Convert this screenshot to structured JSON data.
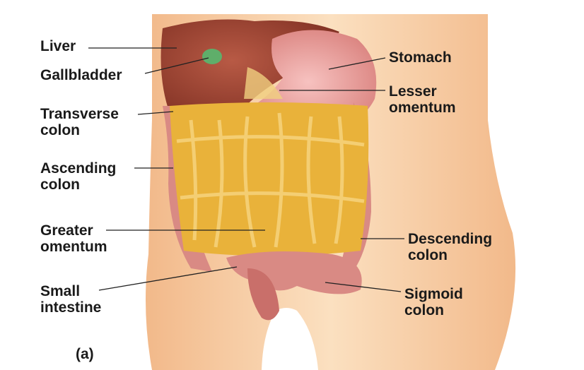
{
  "figure_label": "(a)",
  "labels": {
    "liver": "Liver",
    "gallbladder": "Gallbladder",
    "transverse_colon": "Transverse\ncolon",
    "ascending_colon": "Ascending\ncolon",
    "greater_omentum": "Greater\nomentum",
    "small_intestine": "Small\nintestine",
    "stomach": "Stomach",
    "lesser_omentum": "Lesser\nomentum",
    "descending_colon": "Descending\ncolon",
    "sigmoid_colon": "Sigmoid\ncolon"
  },
  "colors": {
    "skin": "#f6c79a",
    "liver": "#9a3f2e",
    "stomach": "#e9a0a0",
    "gallbladder": "#5fae6a",
    "omentum": "#e9b23a",
    "intestine": "#d98a84",
    "leader_line": "#222222"
  }
}
